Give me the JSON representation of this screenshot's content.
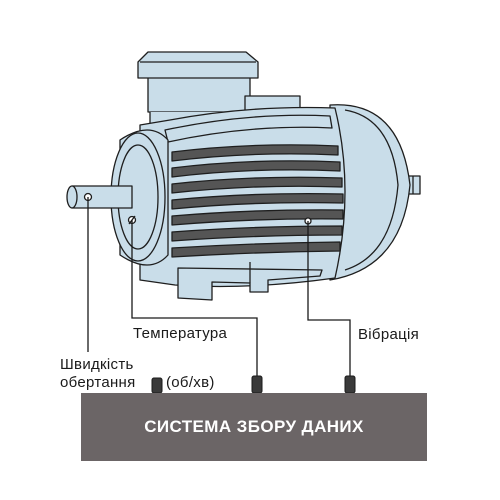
{
  "labels": {
    "temperature": "Температура",
    "vibration": "Вібрація",
    "speed_line1": "Швидкість",
    "speed_line2": "обертання",
    "speed_unit": "(об/хв)"
  },
  "daq_system": {
    "label": "СИСТЕМА ЗБОРУ ДАНИХ"
  },
  "colors": {
    "motor_body": "#c9dde9",
    "motor_outline": "#1e1e1e",
    "fin_dark": "#555555",
    "daq_box": "#6b6566",
    "connector": "#3a3a3a"
  }
}
